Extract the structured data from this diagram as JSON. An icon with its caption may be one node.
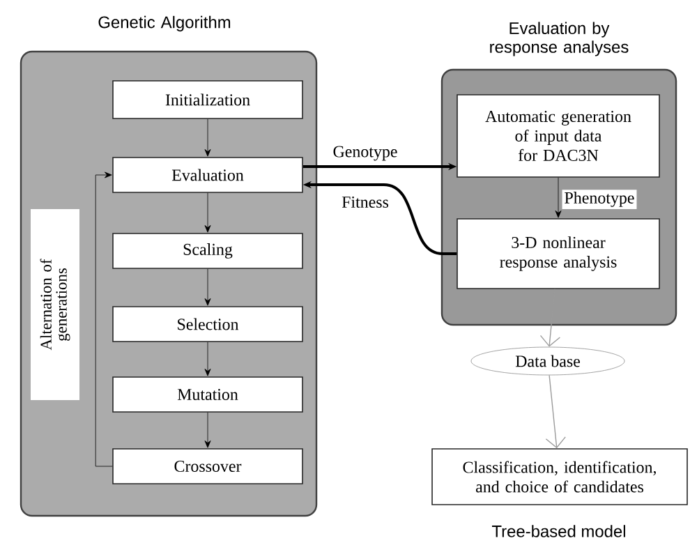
{
  "diagram": {
    "nodes": [
      {
        "text": [
          "Genetic Algorithm"
        ]
      },
      {
        "text": [
          "Initialization"
        ],
        "in": 0
      },
      {
        "text": [
          "Evaluation"
        ],
        "in": 0
      },
      {
        "text": [
          "Scaling"
        ],
        "in": 0
      },
      {
        "text": [
          "Selection"
        ],
        "in": 0
      },
      {
        "text": [
          "Mutation"
        ],
        "in": 0
      },
      {
        "text": [
          "Crossover"
        ],
        "in": 0
      },
      {
        "text": [
          "Alternation of generations"
        ],
        "in": 0
      },
      {
        "text": [
          "Evaluation by response analyses"
        ]
      },
      {
        "text": [
          "Automatic generation of input data for DAC3N"
        ],
        "in": 8
      },
      {
        "text": [
          "3-D nonlinear response analysis"
        ],
        "in": 8
      },
      {
        "text": [
          "Data base"
        ]
      },
      {
        "text": [
          "Classification, identification, and choice of candidates"
        ],
        "beside": [
          "Tree-based model"
        ]
      }
    ],
    "edges": [
      {
        "from": 1,
        "to": 2,
        "arrow": "to"
      },
      {
        "from": 2,
        "to": 3,
        "arrow": "to"
      },
      {
        "from": 3,
        "to": 4,
        "arrow": "to"
      },
      {
        "from": 4,
        "to": 5,
        "arrow": "to"
      },
      {
        "from": 5,
        "to": 6,
        "arrow": "to"
      },
      {
        "from": 6,
        "to": 2,
        "arrow": "to"
      },
      {
        "from": 2,
        "to": 9,
        "arrow": "to",
        "label": "Genotype",
        "style": "thick"
      },
      {
        "from": 10,
        "to": 2,
        "arrow": "to",
        "label": "Fitness",
        "style": "thick"
      },
      {
        "from": 9,
        "to": 10,
        "arrow": "to",
        "label": "Phenotype"
      },
      {
        "from": 10,
        "to": 11,
        "arrow": "to",
        "color": "#9a9a9a"
      },
      {
        "from": 11,
        "to": 12,
        "arrow": "to",
        "color": "#9a9a9a"
      }
    ]
  }
}
